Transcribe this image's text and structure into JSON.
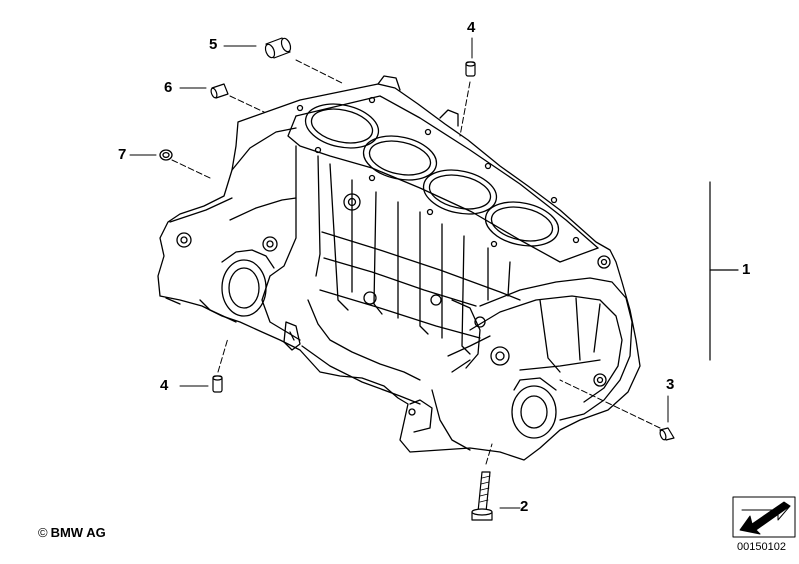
{
  "diagram": {
    "callouts": [
      "1",
      "2",
      "3",
      "4",
      "4",
      "5",
      "6",
      "7"
    ],
    "copyright": {
      "symbol": "©",
      "text": "BMW AG"
    },
    "diagram_number": "00150102"
  }
}
